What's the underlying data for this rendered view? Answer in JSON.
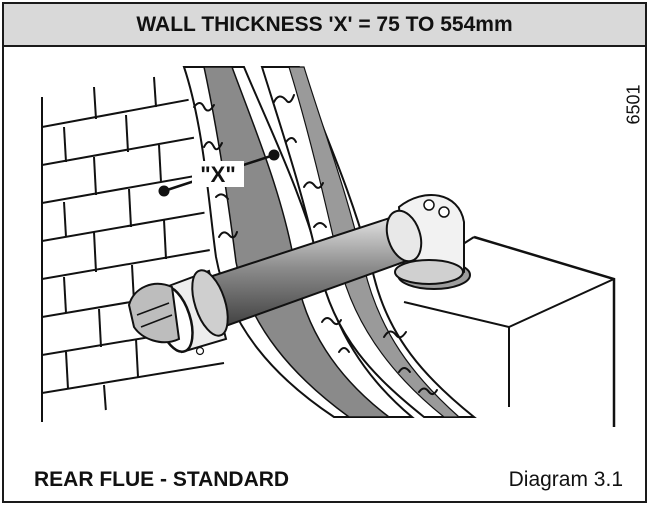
{
  "header": {
    "title": "WALL THICKNESS 'X' = 75 TO 554mm"
  },
  "figure": {
    "code": "6501",
    "dimension_label": "\"X\"",
    "caption": "REAR FLUE - STANDARD",
    "diagram_number": "Diagram 3.1"
  }
}
